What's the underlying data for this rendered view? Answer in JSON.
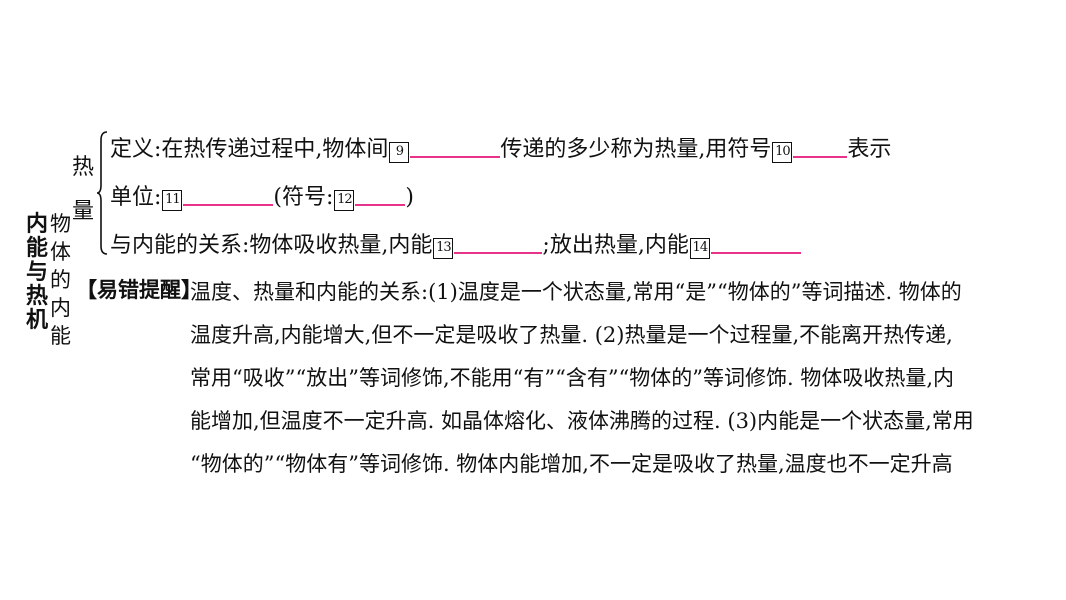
{
  "titles": {
    "main": [
      "内",
      "能",
      "与",
      "热",
      "机"
    ],
    "sub_top": [
      "物",
      "体",
      "的"
    ],
    "sub_bottom": [
      "内",
      "能"
    ],
    "heat": [
      "热",
      "量"
    ]
  },
  "heat_items": [
    {
      "seg1": "定义:在热传递过程中,物体间",
      "num1": "9",
      "seg2": "传递的多少称为热量,用符号",
      "num2": "10",
      "seg3": "表示"
    },
    {
      "seg1": "单位:",
      "num1": "11",
      "seg2": "(符号:",
      "num2": "12",
      "seg3": ")"
    },
    {
      "seg1": "与内能的关系:物体吸收热量,内能",
      "num1": "13",
      "seg2": ";放出热量,内能",
      "num2": "14",
      "seg3": ""
    }
  ],
  "tip": {
    "label": "【易错提醒】",
    "lines": [
      "温度、热量和内能的关系:(1)温度是一个状态量,常用“是”“物体的”等词描述. 物体的",
      "温度升高,内能增大,但不一定是吸收了热量. (2)热量是一个过程量,不能离开热传递,",
      "常用“吸收”“放出”等词修饰,不能用“有”“含有”“物体的”等词修饰. 物体吸收热量,内",
      "能增加,但温度不一定升高. 如晶体熔化、液体沸腾的过程. (3)内能是一个状态量,常用",
      "“物体的”“物体有”等词修饰. 物体内能增加,不一定是吸收了热量,温度也不一定升高"
    ]
  },
  "colors": {
    "blank_line": "#e8338a",
    "text": "#111111"
  }
}
